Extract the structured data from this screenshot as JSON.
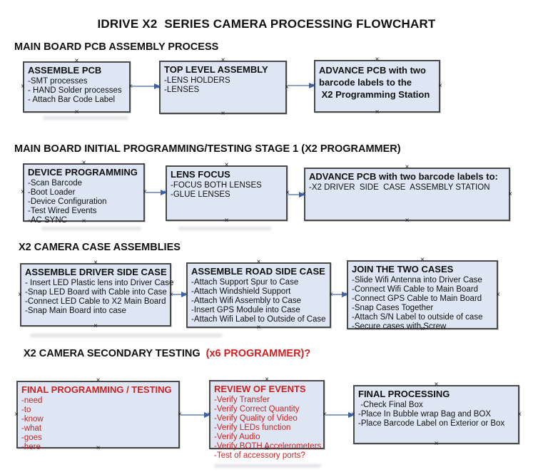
{
  "page": {
    "title": "IDRIVE X2  SERIES CAMERA PROCESSING FLOWCHART"
  },
  "headings": {
    "section1": "MAIN BOARD PCB ASSEMBLY PROCESS",
    "section2": "MAIN BOARD INITIAL PROGRAMMING/TESTING STAGE 1 (X2 PROGRAMMER)",
    "section3": "X2 CAMERA CASE ASSEMBLIES",
    "section4_black": "X2 CAMERA SECONDARY TESTING",
    "section4_red": "(x6 PROGRAMMER)?"
  },
  "boxes": {
    "assemble_pcb": {
      "title": "ASSEMBLE PCB",
      "items": [
        "-SMT processes",
        "- HAND Solder processes",
        "- Attach Bar Code Label"
      ]
    },
    "top_level_assembly": {
      "title": "TOP LEVEL ASSEMBLY",
      "items": [
        "-LENS HOLDERS",
        "-LENSES"
      ]
    },
    "advance_pcb_to_programming": {
      "lines": [
        "ADVANCE PCB with two",
        "barcode labels to the",
        " X2 Programming Station"
      ]
    },
    "device_programming": {
      "title": "DEVICE PROGRAMMING",
      "items": [
        "-Scan Barcode",
        "-Boot Loader",
        "-Device Configuration",
        "-Test Wired Events",
        "-AC SYNC"
      ]
    },
    "lens_focus": {
      "title": "LENS FOCUS",
      "items": [
        "-FOCUS BOTH LENSES",
        "-GLUE LENSES"
      ]
    },
    "advance_pcb_to_case_station": {
      "title": "ADVANCE PCB with two barcode labels to:",
      "items": [
        "-X2 DRIVER  SIDE  CASE  ASSEMBLY STATION"
      ]
    },
    "assemble_driver_side_case": {
      "title": "ASSEMBLE DRIVER SIDE CASE",
      "items": [
        "- Insert LED Plastic lens into Driver Case",
        "-Snap LED Board with Cable into Case",
        "-Connect LED Cable to X2 Main Board",
        "-Snap Main Board into case"
      ]
    },
    "assemble_road_side_case": {
      "title": "ASSEMBLE ROAD SIDE CASE",
      "items": [
        "-Attach Support Spur to Case",
        "-Attach Windshield Support",
        "-Attach Wifi Assembly to Case",
        "-Insert GPS Module into Case",
        "-Attach Wifi Label to Outside of Case"
      ]
    },
    "join_the_two_cases": {
      "title": "JOIN THE TWO CASES",
      "items": [
        "-Slide Wifi Antenna into Driver Case",
        "-Connect Wifi Cable to Main Board",
        "-Connect GPS Cable to Main Board",
        "-Snap Cases Together",
        "-Attach S/N Label to outside of case",
        "-Secure cases with Screw"
      ]
    },
    "final_programming_testing": {
      "title": "FINAL PROGRAMMING / TESTING",
      "items": [
        "-need",
        "-to",
        "-know",
        "-what",
        "-goes",
        "-here"
      ]
    },
    "review_of_events": {
      "title": "REVIEW OF EVENTS",
      "items": [
        "-Verify Transfer",
        "-Verify Correct Quantity",
        "-Verify Quality of Video",
        "-Verify LEDs function",
        "-Verify Audio",
        "-Verify BOTH Accelerometers",
        "-Test of accessory ports?"
      ]
    },
    "final_processing": {
      "title": "FINAL PROCESSING",
      "items": [
        " -Check Final Box",
        "-Place In Bubble wrap Bag and BOX",
        "-Place Barcode Label on Exterior or Box"
      ]
    }
  },
  "icons": {
    "connection_marker": "×"
  },
  "colors": {
    "box_fill": "#dde6f2",
    "box_border": "#4a4a4a",
    "arrow_line": "#8ba3c2",
    "arrow_head": "#3b62a6",
    "red_text": "#cc2222",
    "black_text": "#111111"
  }
}
